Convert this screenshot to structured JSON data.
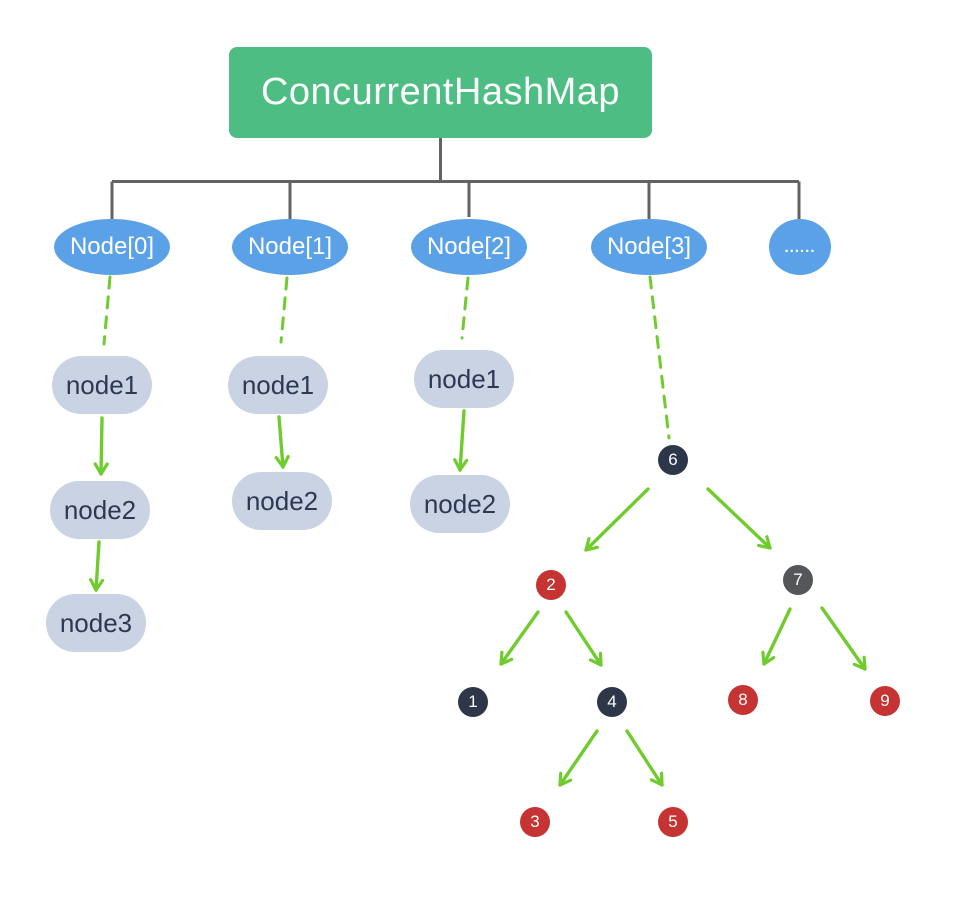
{
  "title": "ConcurrentHashMap",
  "buckets": [
    {
      "label": "Node[0]"
    },
    {
      "label": "Node[1]"
    },
    {
      "label": "Node[2]"
    },
    {
      "label": "Node[3]"
    },
    {
      "label": "......"
    }
  ],
  "chains": {
    "bucket0": [
      "node1",
      "node2",
      "node3"
    ],
    "bucket1": [
      "node1",
      "node2"
    ],
    "bucket2": [
      "node1",
      "node2"
    ]
  },
  "tree": {
    "attached_to": "Node[3]",
    "nodes": [
      {
        "value": "6",
        "color": "dark"
      },
      {
        "value": "2",
        "color": "red"
      },
      {
        "value": "7",
        "color": "gray"
      },
      {
        "value": "1",
        "color": "dark"
      },
      {
        "value": "4",
        "color": "dark"
      },
      {
        "value": "8",
        "color": "red"
      },
      {
        "value": "9",
        "color": "red"
      },
      {
        "value": "3",
        "color": "red"
      },
      {
        "value": "5",
        "color": "red"
      }
    ],
    "edges": [
      "6→2",
      "6→7",
      "2→1",
      "2→4",
      "7→8",
      "7→9",
      "4→3",
      "4→5"
    ]
  },
  "colors": {
    "header_bg": "#4dbd83",
    "bucket_bg": "#5aa1e8",
    "list_node_bg": "#c9d3e4",
    "list_node_text": "#2b3a52",
    "tree_dark": "#2e3749",
    "tree_gray": "#54565a",
    "tree_red": "#c53432",
    "arrow_green": "#70cc2e",
    "connector_gray": "#636363"
  }
}
